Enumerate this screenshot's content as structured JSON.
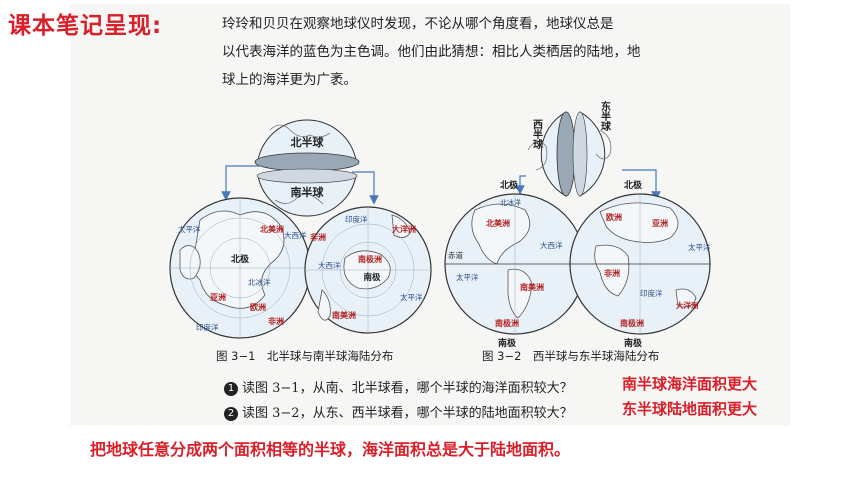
{
  "title": "课本笔记呈现:",
  "intro_lines": [
    "玲玲和贝贝在观察地球仪时发现，不论从哪个角度看，地球仪总是",
    "以代表海洋的蓝色为主色调。他们由此猜想：相比人类栖居的陆地，地",
    "球上的海洋更为广袤。"
  ],
  "figure1": {
    "caption": "图 3−1　北半球与南半球海陆分布",
    "top_upper": "北半球",
    "top_lower": "南半球",
    "left_globe": {
      "center": "北极",
      "labels": [
        "北冰洋",
        "太平洋",
        "印度洋",
        "大西洋",
        "亚洲",
        "欧洲",
        "北美洲",
        "非洲"
      ]
    },
    "right_globe": {
      "center": "南极",
      "labels": [
        "南极洲",
        "印度洋",
        "大西洋",
        "太平洋",
        "南美洲",
        "非洲",
        "大洋洲"
      ]
    }
  },
  "figure2": {
    "caption": "图 3−2　西半球与东半球海陆分布",
    "top_left": "西半球",
    "top_right": "东半球",
    "north_pole": "北极",
    "south_pole": "南极",
    "equator": "赤道",
    "left_globe": {
      "labels": [
        "北美洲",
        "太平洋",
        "大西洋",
        "南美洲",
        "南极洲",
        "北冰洋"
      ]
    },
    "right_globe": {
      "labels": [
        "亚洲",
        "欧洲",
        "非洲",
        "印度洋",
        "太平洋",
        "南极洲",
        "大洋洲"
      ]
    }
  },
  "questions": [
    {
      "num": "1",
      "text": "读图 3−1，从南、北半球看，哪个半球的海洋面积较大？",
      "answer": "南半球海洋面积更大"
    },
    {
      "num": "2",
      "text": "读图 3−2，从东、西半球看，哪个半球的陆地面积较大？",
      "answer": "东半球陆地面积更大"
    }
  ],
  "conclusion": "把地球任意分成两个面积相等的半球，海洋面积总是大于陆地面积。"
}
